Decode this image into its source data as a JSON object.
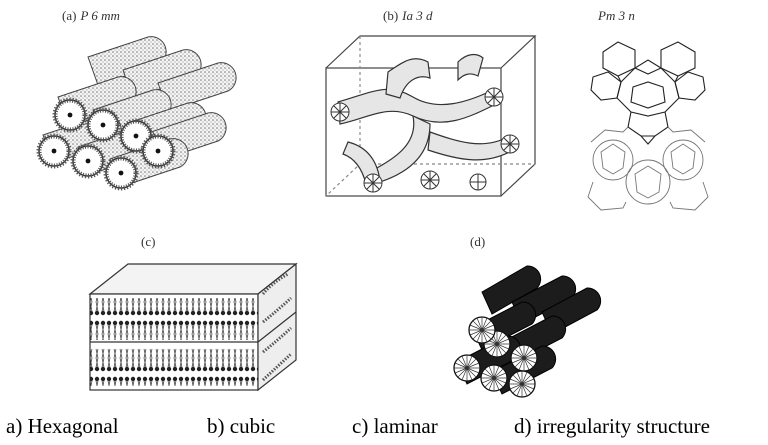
{
  "panels": [
    {
      "tag": "(a)",
      "symmetry": "P 6 mm"
    },
    {
      "tag": "(b)",
      "symmetry": "Ia 3 d"
    },
    {
      "tag": "",
      "symmetry": "Pm 3 n"
    },
    {
      "tag": "(c)",
      "symmetry": ""
    },
    {
      "tag": "(d)",
      "symmetry": ""
    }
  ],
  "captions": [
    "a) Hexagonal",
    "b) cubic",
    "c) laminar",
    "d) irregularity structure"
  ]
}
